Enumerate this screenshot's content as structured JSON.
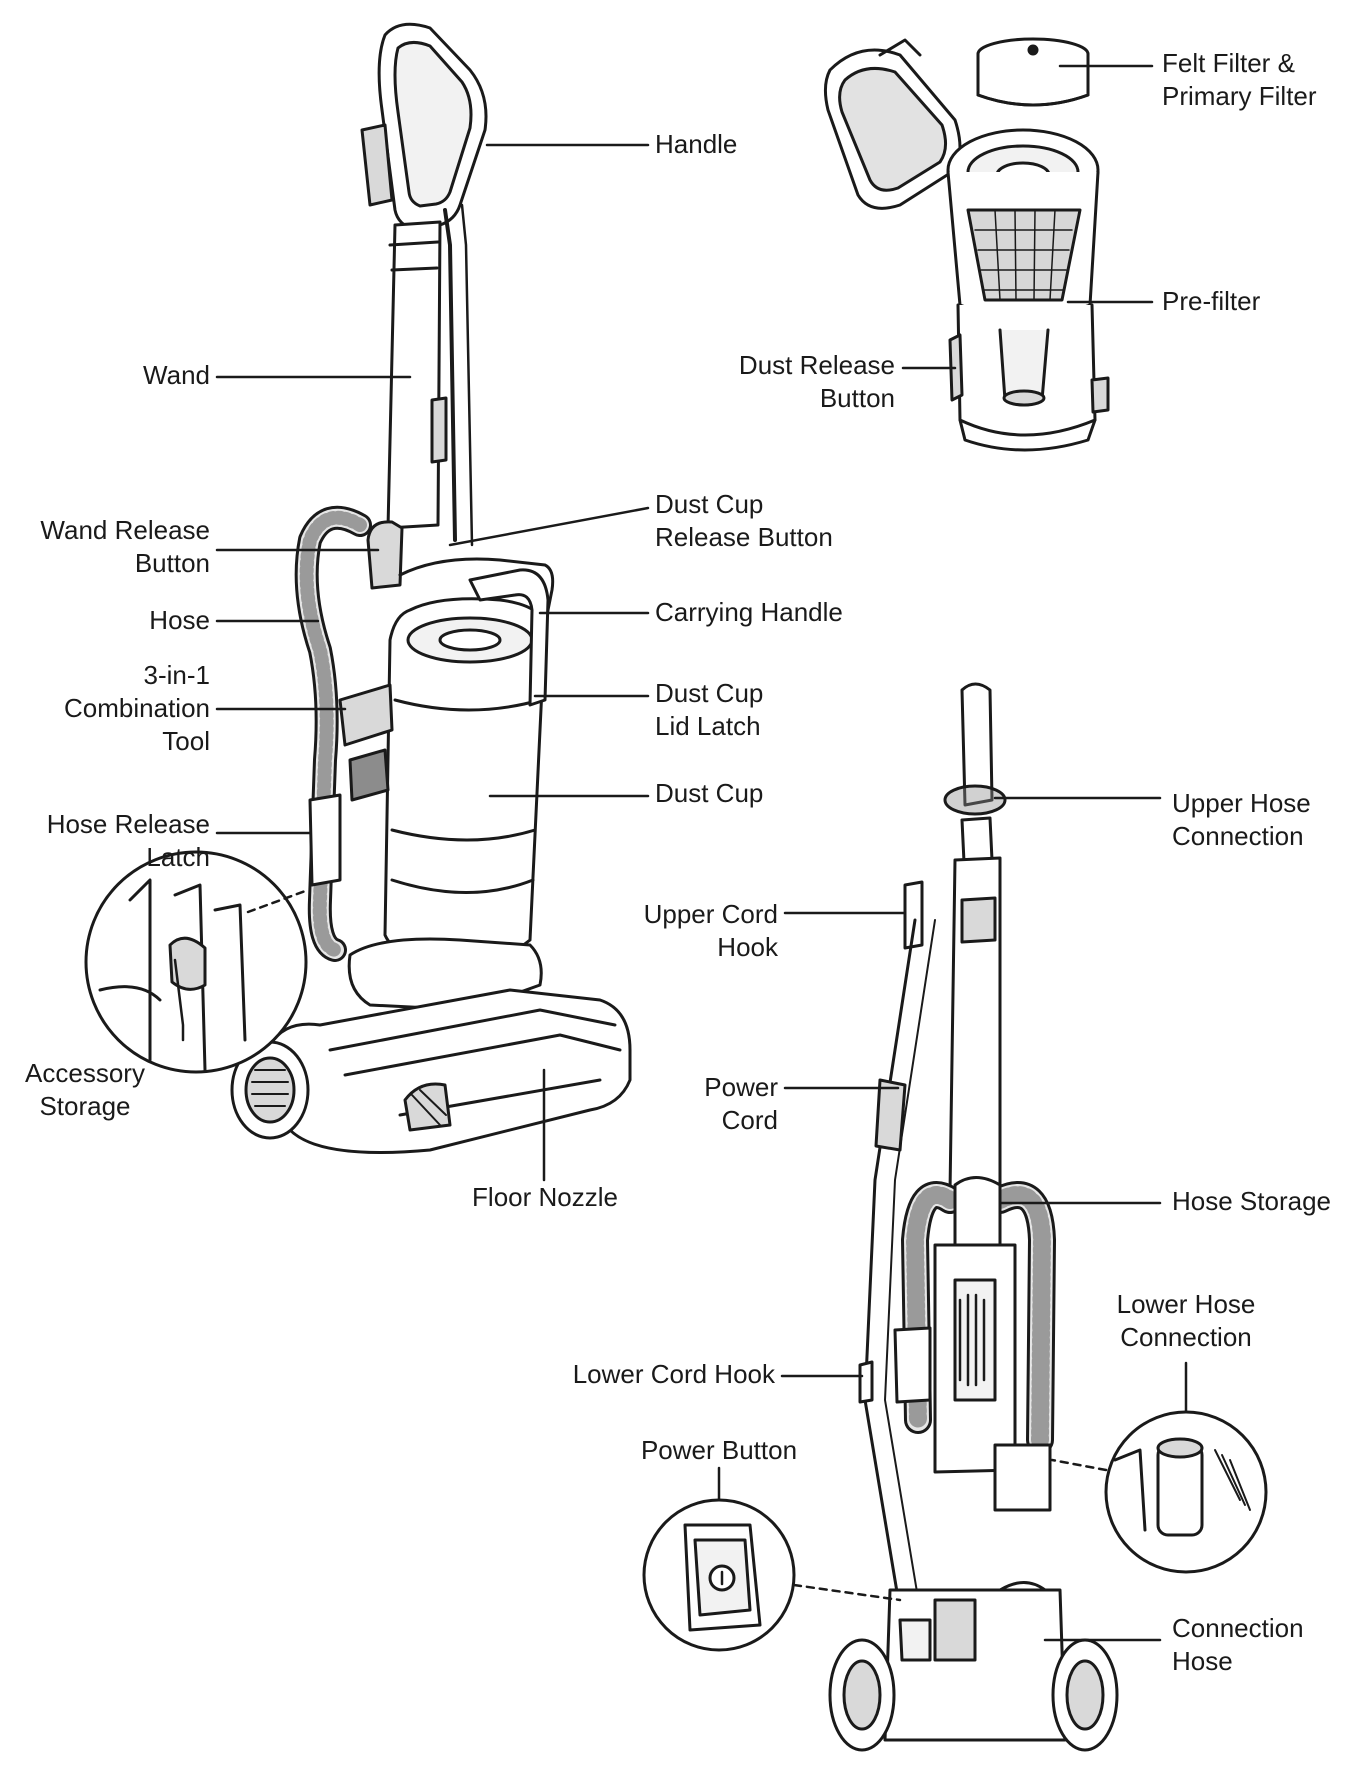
{
  "labels": {
    "handle": "Handle",
    "wand": "Wand",
    "wand_release_1": "Wand Release",
    "wand_release_2": "Button",
    "hose": "Hose",
    "combo_1": "3-in-1",
    "combo_2": "Combination",
    "combo_3": "Tool",
    "hose_release_1": "Hose Release",
    "hose_release_2": "Latch",
    "accessory_1": "Accessory",
    "accessory_2": "Storage",
    "floor_nozzle": "Floor Nozzle",
    "dust_cup_release_1": "Dust Cup",
    "dust_cup_release_2": "Release Button",
    "carrying_handle": "Carrying Handle",
    "dust_cup_lid_1": "Dust Cup",
    "dust_cup_lid_2": "Lid Latch",
    "dust_cup": "Dust Cup",
    "felt_filter_1": "Felt Filter &",
    "felt_filter_2": "Primary Filter",
    "pre_filter": "Pre-filter",
    "dust_release_1": "Dust Release",
    "dust_release_2": "Button",
    "upper_hose_1": "Upper Hose",
    "upper_hose_2": "Connection",
    "upper_cord_1": "Upper Cord",
    "upper_cord_2": "Hook",
    "power_cord_1": "Power",
    "power_cord_2": "Cord",
    "hose_storage": "Hose Storage",
    "lower_hose_1": "Lower Hose",
    "lower_hose_2": "Connection",
    "lower_cord_hook": "Lower Cord Hook",
    "power_button": "Power Button",
    "connection_hose_1": "Connection",
    "connection_hose_2": "Hose"
  },
  "colors": {
    "ink": "#1a1a1a",
    "fill_light": "#f2f2f2",
    "fill_mid": "#d9d9d9",
    "fill_dark": "#8c8c8c"
  }
}
